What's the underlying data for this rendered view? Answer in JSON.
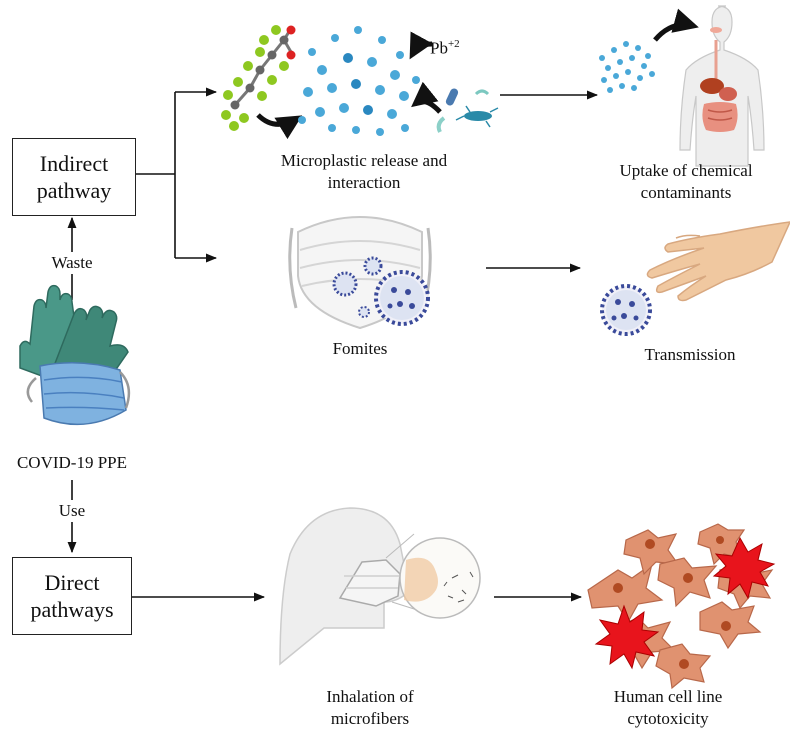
{
  "boxes": {
    "indirect": "Indirect pathway",
    "direct": "Direct pathways"
  },
  "arrow_labels": {
    "waste": "Waste",
    "use": "Use"
  },
  "source": {
    "label": "COVID-19 PPE"
  },
  "ion": {
    "base": "Pb",
    "charge": "+2"
  },
  "nodes": {
    "microplastic": "Microplastic release and interaction",
    "uptake": "Uptake of chemical contaminants",
    "fomites": "Fomites",
    "transmission": "Transmission",
    "inhalation": "Inhalation of microfibers",
    "cytotoxicity": "Human cell line cytotoxicity"
  },
  "colors": {
    "particle_blue": "#4aa8d8",
    "virus_blue": "#3a4a9a",
    "glove_green": "#3f8878",
    "mask_blue": "#7fb2e0",
    "cell_orange": "#e09270",
    "burst_red": "#e8141c",
    "skin": "#f0c8a0"
  },
  "icons": [
    "fluorinated-molecule-icon",
    "microplastic-particles-icon",
    "bacteria-icon",
    "human-digestive-system-icon",
    "face-mask-icon",
    "virus-icon",
    "hand-icon",
    "gloves-icon",
    "surgical-mask-icon",
    "head-with-mask-icon",
    "cells-icon",
    "burst-icon"
  ]
}
